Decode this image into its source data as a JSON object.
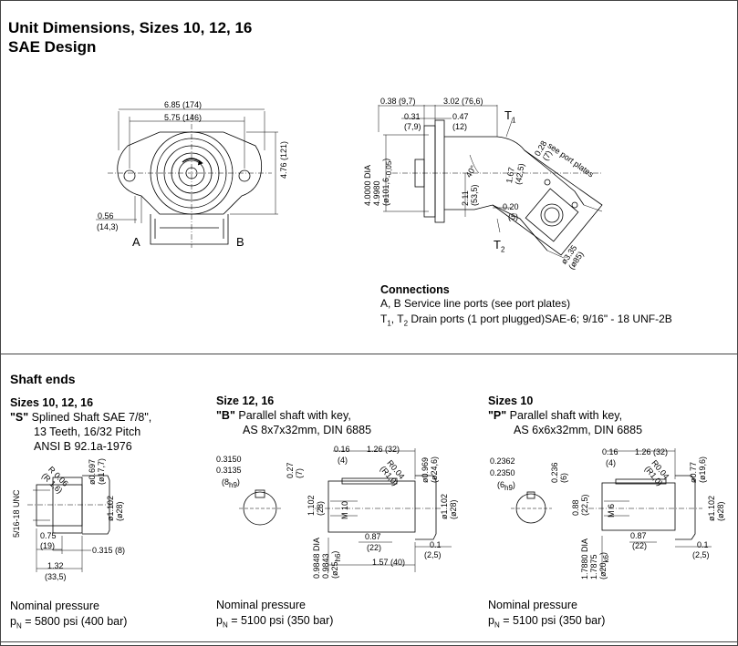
{
  "heading": {
    "line1": "Unit Dimensions, Sizes 10, 12, 16",
    "line2": "SAE Design"
  },
  "front_view": {
    "overall_width": "6.85 (174)",
    "bolt_spacing": "5.75 (146)",
    "height": "4.76 (121)",
    "offset_in": "0.56",
    "offset_mm": "(14,3)",
    "port_a": "A",
    "port_b": "B"
  },
  "side_view": {
    "dim_a": "0.38 (9,7)",
    "dim_b": "3.02 (76,6)",
    "dim_c_in": "0.31",
    "dim_c_mm": "(7,9)",
    "dim_d_in": "0.47",
    "dim_d_mm": "(12)",
    "pilot_dia_in_1": "4.0000",
    "pilot_dia_in_2": "4.9980",
    "pilot_dia_suffix": "DIA",
    "pilot_dia_mm": "(ø101,6",
    "pilot_dia_tol": "-0,05",
    "angle": "40°",
    "dim_e_in": "2.11",
    "dim_e_mm": "(53,5)",
    "dim_f_in": "1.67",
    "dim_f_mm": "(42,5)",
    "dim_g_in": "0.20",
    "dim_g_mm": "(5)",
    "dim_h_in": "0.28",
    "dim_h_mm": "(7)",
    "port_plate_note": "see port plates",
    "dia_in": "ø3.35",
    "dia_mm": "(ø85)",
    "t1": "T",
    "t1_sub": "1",
    "t2": "T",
    "t2_sub": "2"
  },
  "connections": {
    "title": "Connections",
    "line1": "A, B  Service line ports  (see port plates)",
    "line2_t": "T",
    "line2_sub1": "1",
    "line2_sep": ", T",
    "line2_sub2": "2",
    "line2_rest": " Drain ports (1 port plugged)SAE-6;   9/16\" - 18 UNF-2B"
  },
  "shaft_ends": {
    "title": "Shaft ends",
    "columns": [
      {
        "size": "Sizes 10, 12, 16",
        "code": "\"S\"",
        "desc1": " Splined Shaft SAE 7/8\",",
        "desc2": "13 Teeth, 16/32 Pitch",
        "desc3": "ANSI B 92.1a-1976",
        "dims": {
          "thread": "5/16-18 UNC",
          "r1": "R 0.06",
          "r2": "(R 1,6)",
          "d1_in": "ø0.697",
          "d1_mm": "(ø17,7)",
          "d2_in": "ø1.102",
          "d2_mm": "(ø28)",
          "l1_in": "0.75",
          "l1_mm": "(19)",
          "l2": "0.315 (8)",
          "l3_in": "1.32",
          "l3_mm": "(33,5)"
        },
        "pressure_label": "Nominal pressure",
        "pressure_sym": "p",
        "pressure_sub": "N",
        "pressure_value": " = 5800 psi (400 bar)"
      },
      {
        "size": "Size 12, 16",
        "code": "\"B\"",
        "desc1": " Parallel shaft with key,",
        "desc2": "AS 8x7x32mm, DIN 6885",
        "dims": {
          "k1": "0.3150",
          "k2": "0.3135",
          "k3": "(8",
          "k3_tol": "h9",
          "kh_in": "0.27",
          "kh_mm": "(7)",
          "a_in": "0.16",
          "a_mm": "(4)",
          "b": "1.26 (32)",
          "r_in": "R0.04",
          "r_mm": "(R1,0)",
          "d1_in": "ø0.969",
          "d1_mm": "(ø24,6)",
          "d2_in": "ø1.102",
          "d2_mm": "(ø28)",
          "h_in": "1.102",
          "h_mm": "(28)",
          "thread": "M 10",
          "s1": "0.9848",
          "s2": "0.9843",
          "s_dia": "DIA",
          "s_mm": "(ø25",
          "s_tol": "h6",
          "l1_in": "0.87",
          "l1_mm": "(22)",
          "l2": "1.57 (40)",
          "l3_in": "0.1",
          "l3_mm": "(2,5)"
        },
        "pressure_label": "Nominal pressure",
        "pressure_sym": "p",
        "pressure_sub": "N",
        "pressure_value": " = 5100 psi (350 bar)"
      },
      {
        "size": "Sizes 10",
        "code": "\"P\"",
        "desc1": " Parallel shaft with key,",
        "desc2": "AS 6x6x32mm, DIN 6885",
        "dims": {
          "k1": "0.2362",
          "k2": "0.2350",
          "k3": "(6",
          "k3_tol": "h9",
          "kh_in": "0.236",
          "kh_mm": "(6)",
          "a_in": "0.16",
          "a_mm": "(4)",
          "b": "1.26 (32)",
          "r_in": "R0.04",
          "r_mm": "(R1,0)",
          "d1_in": "ø0.77",
          "d1_mm": "(ø19,6)",
          "d2_in": "ø1.102",
          "d2_mm": "(ø28)",
          "h_in": "0.88",
          "h_mm": "(22,5)",
          "thread": "M 6",
          "s1": "1.7880",
          "s2": "1.7875",
          "s_dia": "DIA",
          "s_mm": "(ø20",
          "s_tol": "k6",
          "l1_in": "0.87",
          "l1_mm": "(22)",
          "l3_in": "0.1",
          "l3_mm": "(2,5)"
        },
        "pressure_label": "Nominal pressure",
        "pressure_sym": "p",
        "pressure_sub": "N",
        "pressure_value": " = 5100 psi (350 bar)"
      }
    ]
  }
}
